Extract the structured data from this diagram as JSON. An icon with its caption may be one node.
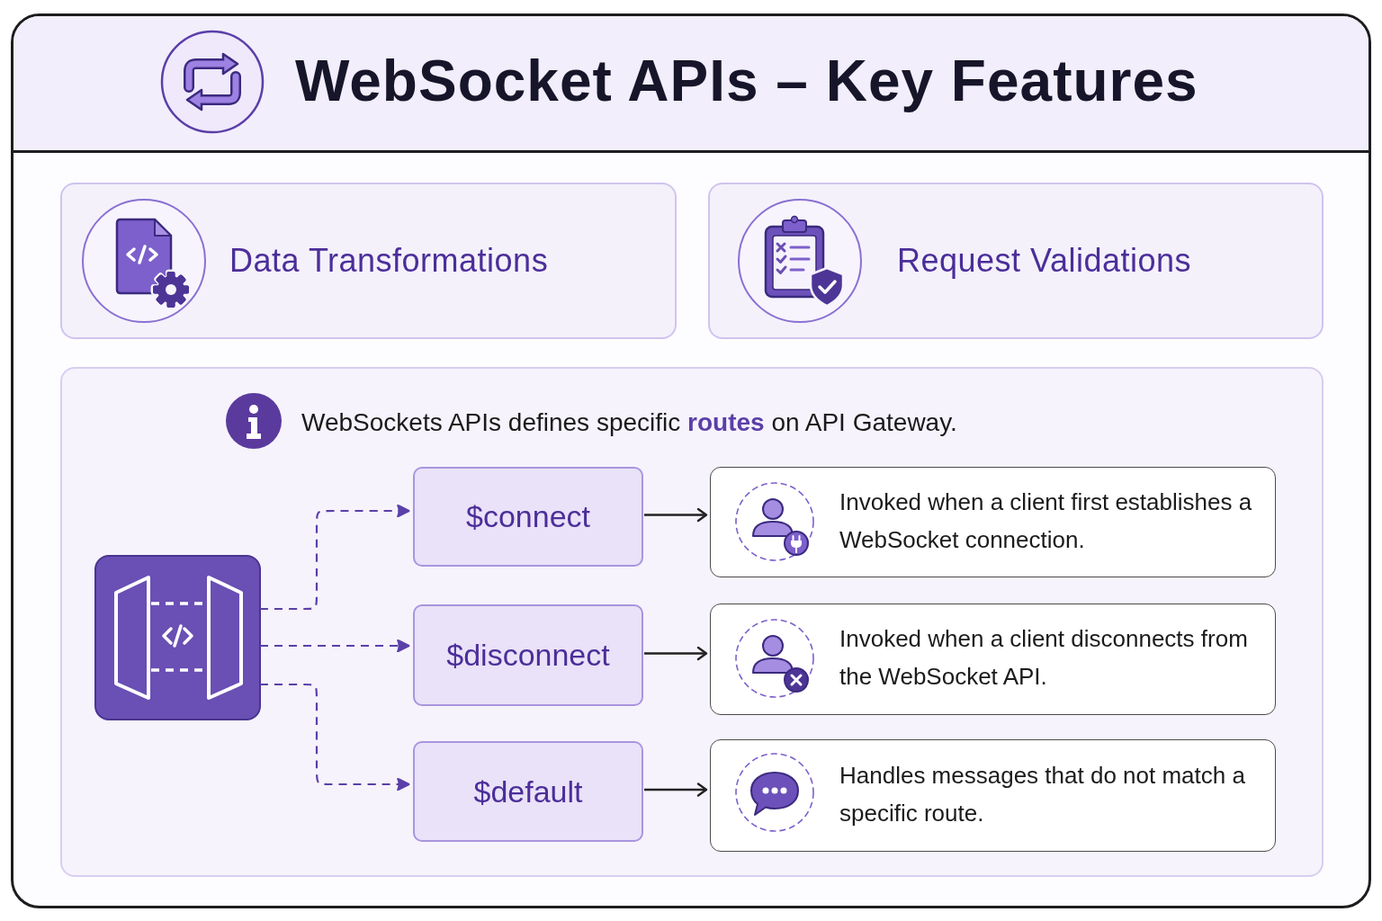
{
  "diagram": {
    "title": "WebSocket APIs – Key Features",
    "nodes": [
      {
        "text": [
          "Data Transformations"
        ]
      },
      {
        "text": [
          "Request Validations"
        ]
      },
      {
        "text": [
          "WebSockets APIs defines specific **routes** on API Gateway."
        ]
      },
      {
        "text": [],
        "shape": "picture",
        "in": 2
      },
      {
        "text": [
          "$connect"
        ],
        "in": 2
      },
      {
        "text": [
          "Invoked when a client first establishes a WebSocket connection."
        ],
        "in": 2
      },
      {
        "text": [
          "$disconnect"
        ],
        "in": 2
      },
      {
        "text": [
          "Invoked when a client disconnects from the WebSocket API."
        ],
        "in": 2
      },
      {
        "text": [
          "$default"
        ],
        "in": 2
      },
      {
        "text": [
          "Handles messages that do not match a specific route."
        ],
        "in": 2
      }
    ],
    "edges": [
      {
        "from": 3,
        "to": 4,
        "arrow": "to",
        "style": "dashed",
        "color": "#5b3fa8"
      },
      {
        "from": 3,
        "to": 6,
        "arrow": "to",
        "style": "dashed",
        "color": "#5b3fa8"
      },
      {
        "from": 3,
        "to": 8,
        "arrow": "to",
        "style": "dashed",
        "color": "#5b3fa8"
      },
      {
        "from": 4,
        "to": 5,
        "arrow": "to",
        "color": "#222222"
      },
      {
        "from": 6,
        "to": 7,
        "arrow": "to",
        "color": "#222222"
      },
      {
        "from": 8,
        "to": 9,
        "arrow": "to",
        "color": "#222222"
      }
    ]
  }
}
